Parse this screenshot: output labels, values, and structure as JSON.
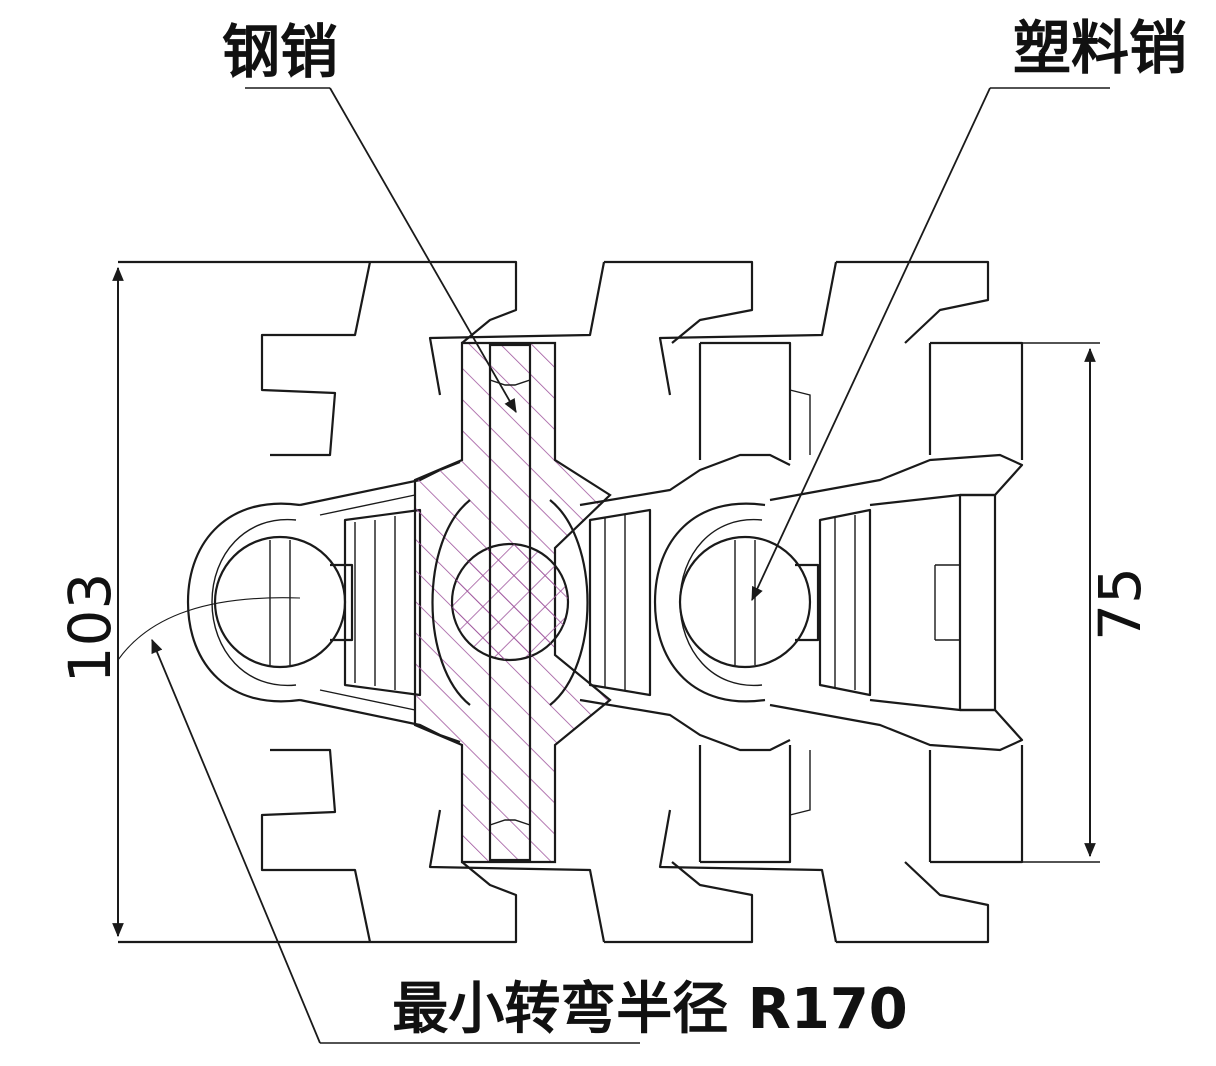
{
  "labels": {
    "steel_pin": "钢销",
    "plastic_pin": "塑料销",
    "min_turn_radius": "最小转弯半径 R170"
  },
  "dimensions": {
    "overall_height": "103",
    "pin_height": "75"
  },
  "colors": {
    "line": "#1a1a1a",
    "hatch": "#a0569e",
    "background": "#ffffff"
  }
}
